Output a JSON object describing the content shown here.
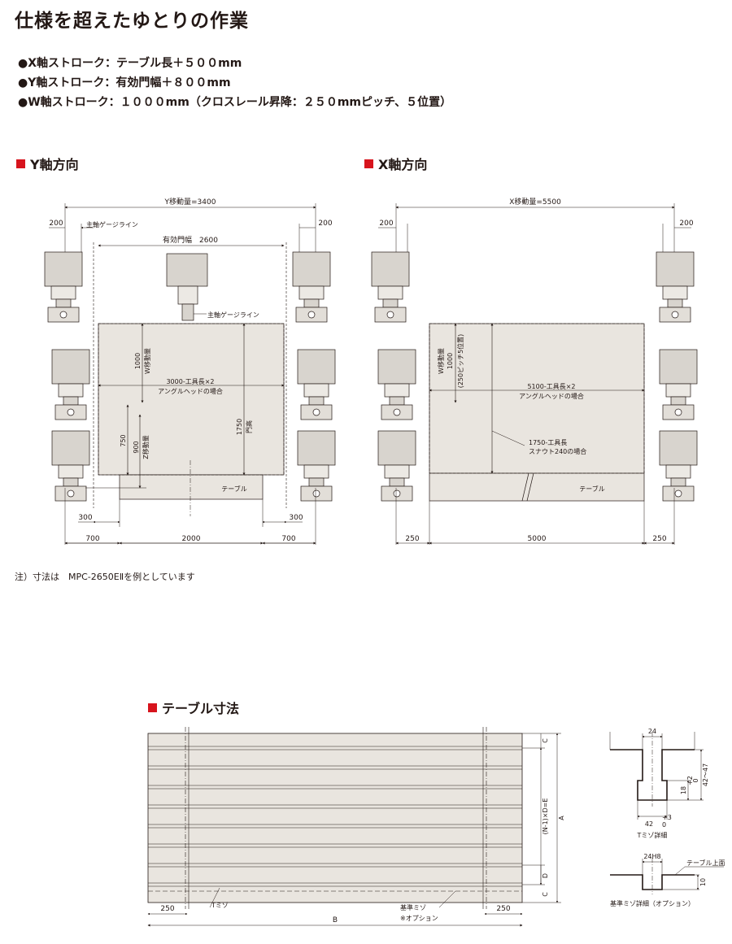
{
  "title": "仕様を超えたゆとりの作業",
  "bullets": [
    "●X軸ストローク：テーブル長＋５００mm",
    "●Y軸ストローク：有効門幅＋８００mm",
    "●W軸ストローク：１０００mm（クロスレール昇降：２５０mmピッチ、５位置）"
  ],
  "sections": {
    "y_axis": "Y軸方向",
    "x_axis": "X軸方向",
    "table": "テーブル寸法"
  },
  "note": "注）寸法は　MPC-2650EⅡを例としています",
  "y_diagram": {
    "y_travel": "Y移動量=3400",
    "spindle_gauge_line": "主軸ゲージライン",
    "effective_gate_width": "有効門幅　2600",
    "w_travel": "W移動量",
    "w_value": "1000",
    "tool_length": "3000-工具長×2",
    "angle_head": "アングルヘッドの場合",
    "gate_height": "1750",
    "gate_height_label": "門高",
    "v750": "750",
    "z_value": "900",
    "z_travel": "Z移動量",
    "table": "テーブル",
    "dim_200": "200",
    "dim_300": "300",
    "dim_700": "700",
    "dim_2000": "2000"
  },
  "x_diagram": {
    "x_travel": "X移動量=5500",
    "dim_200": "200",
    "w_travel": "W移動量",
    "w_value": "1000",
    "pitch": "(250ピッチ5位置)",
    "tool_length": "5100-工具長×2",
    "angle_head": "アングルヘッドの場合",
    "snout_a": "1750-工具長",
    "snout_b": "スナウト240の場合",
    "table": "テーブル",
    "dim_250": "250",
    "dim_5000": "5000"
  },
  "table_diagram": {
    "dim_250": "250",
    "t_slot": "Tミゾ",
    "ref_slot": "基準ミゾ",
    "option": "※オプション",
    "b": "B",
    "c": "C",
    "d": "D",
    "a": "A",
    "ne": "(N-1)×D=E",
    "detail_24": "24",
    "detail_18": "18",
    "detail_18_tol": "+2",
    "detail_18_tol0": "0",
    "detail_4247": "42〜47",
    "detail_42": "42",
    "detail_42_tol": "+3",
    "detail_42_tol0": "0",
    "t_slot_detail": "Tミゾ詳細",
    "detail_24h8": "24H8",
    "table_top": "テーブル上面",
    "detail_10": "10",
    "ref_slot_detail": "基準ミゾ詳細（オプション）"
  },
  "colors": {
    "accent": "#d7141d",
    "table_fill": "#e9e5df",
    "machine_fill": "#d8d4ce",
    "line": "#231815"
  }
}
